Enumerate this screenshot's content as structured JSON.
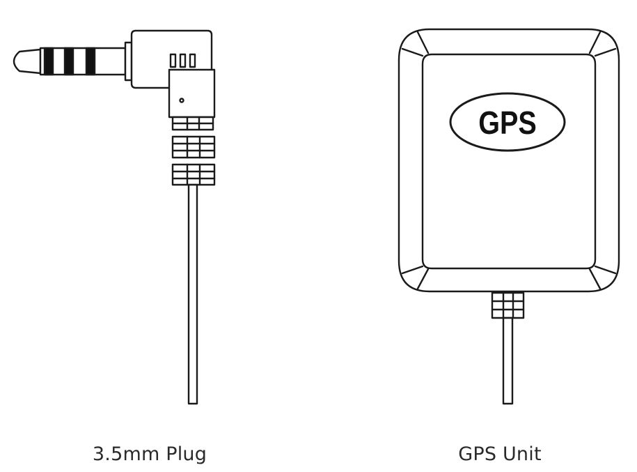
{
  "figure": {
    "plug": {
      "caption": "3.5mm Plug"
    },
    "gps_unit": {
      "caption": "GPS Unit",
      "badge_text": "GPS"
    },
    "colors": {
      "line": "#1a1a1a",
      "background": "#ffffff",
      "ink": "#000000"
    }
  }
}
